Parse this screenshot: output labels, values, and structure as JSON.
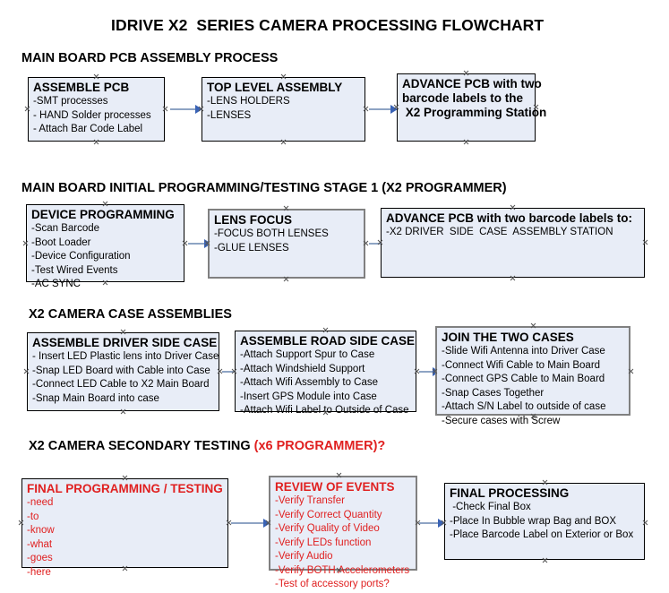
{
  "document": {
    "title": "IDRIVE X2  SERIES CAMERA PROCESSING FLOWCHART"
  },
  "colors": {
    "box_fill": "#e8edf7",
    "box_border": "#000000",
    "box_border_selected": "#808080",
    "accent_red": "#e02020",
    "connector_shaft": "#8ea4c4",
    "connector_head": "#3a63b5",
    "text": "#000000",
    "background": "#ffffff"
  },
  "sections": [
    {
      "id": "main-board-pcb-assembly",
      "heading": "MAIN BOARD PCB ASSEMBLY PROCESS",
      "heading_accent": "",
      "nodes": [
        {
          "id": "assemble-pcb",
          "title": "ASSEMBLE PCB",
          "lines": [
            "-SMT processes",
            "- HAND Solder processes",
            "- Attach Bar Code Label"
          ]
        },
        {
          "id": "top-level-assembly",
          "title": "TOP LEVEL ASSEMBLY",
          "lines": [
            "-LENS HOLDERS",
            "-LENSES"
          ]
        },
        {
          "id": "advance-pcb-to-x2-programming-station",
          "title": "ADVANCE PCB with two",
          "lines": [
            "barcode labels to the",
            " X2 Programming Station"
          ]
        }
      ]
    },
    {
      "id": "main-board-initial-programming",
      "heading": "MAIN BOARD INITIAL PROGRAMMING/TESTING STAGE 1 (X2 PROGRAMMER)",
      "heading_accent": "",
      "nodes": [
        {
          "id": "device-programming",
          "title": "DEVICE PROGRAMMING",
          "lines": [
            "-Scan Barcode",
            "-Boot Loader",
            "-Device Configuration",
            "-Test Wired Events",
            "-AC SYNC"
          ]
        },
        {
          "id": "lens-focus",
          "title": "LENS FOCUS",
          "lines": [
            "-FOCUS BOTH LENSES",
            "-GLUE LENSES"
          ]
        },
        {
          "id": "advance-pcb-to-driver-side-case-station",
          "title": "ADVANCE PCB with two barcode labels to:",
          "lines": [
            "-X2 DRIVER  SIDE  CASE  ASSEMBLY STATION"
          ]
        }
      ]
    },
    {
      "id": "x2-camera-case-assemblies",
      "heading": "X2 CAMERA CASE ASSEMBLIES",
      "heading_accent": "",
      "nodes": [
        {
          "id": "assemble-driver-side-case",
          "title": "ASSEMBLE DRIVER SIDE CASE",
          "lines": [
            "- Insert LED Plastic lens into Driver Case",
            "-Snap LED Board with Cable into Case",
            "-Connect LED Cable to X2 Main Board",
            "-Snap Main Board into case"
          ]
        },
        {
          "id": "assemble-road-side-case",
          "title": "ASSEMBLE ROAD SIDE CASE",
          "lines": [
            "-Attach Support Spur to Case",
            "-Attach Windshield Support",
            "-Attach Wifi Assembly to Case",
            "-Insert GPS Module into Case",
            "-Attach Wifi Label to Outside of Case"
          ]
        },
        {
          "id": "join-the-two-cases",
          "title": "JOIN THE TWO CASES",
          "lines": [
            "-Slide Wifi Antenna into Driver Case",
            "-Connect Wifi Cable to Main Board",
            "-Connect GPS Cable to Main Board",
            "-Snap Cases Together",
            "-Attach S/N Label to outside of case",
            "-Secure cases with Screw"
          ]
        }
      ]
    },
    {
      "id": "x2-camera-secondary-testing",
      "heading": "X2 CAMERA SECONDARY TESTING ",
      "heading_accent": "(x6 PROGRAMMER)?",
      "nodes": [
        {
          "id": "final-programming-testing",
          "title": "FINAL PROGRAMMING / TESTING",
          "lines": [
            "-need",
            "-to",
            "-know",
            "-what",
            "-goes",
            "-here"
          ]
        },
        {
          "id": "review-of-events",
          "title": "REVIEW OF EVENTS",
          "lines": [
            "-Verify Transfer",
            "-Verify Correct Quantity",
            "-Verify Quality of Video",
            "-Verify LEDs function",
            "-Verify Audio",
            "-Verify BOTH Accelerometers",
            "-Test of accessory ports?"
          ]
        },
        {
          "id": "final-processing",
          "title": "FINAL PROCESSING",
          "lines": [
            " -Check Final Box",
            "-Place In Bubble wrap Bag and BOX",
            "-Place Barcode Label on Exterior or Box"
          ]
        }
      ]
    }
  ]
}
